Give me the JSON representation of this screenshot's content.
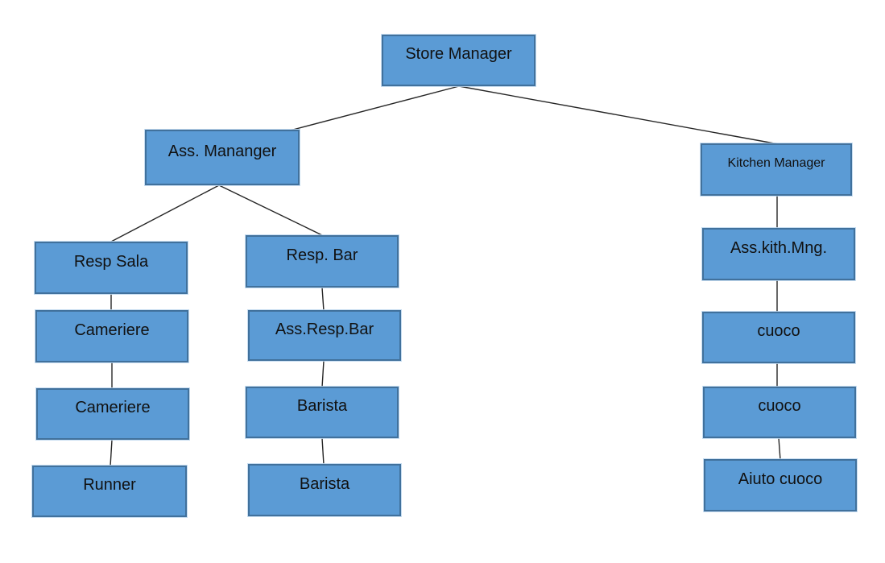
{
  "diagram": {
    "type": "org-chart",
    "colors": {
      "node_fill": "#5b9bd5",
      "node_border": "#41719c",
      "connector": "#262626",
      "background": "#ffffff",
      "text": "#111111"
    },
    "nodes": [
      {
        "id": "store-manager",
        "label": "Store Manager"
      },
      {
        "id": "ass-mananger",
        "label": "Ass. Mananger"
      },
      {
        "id": "kitchen-manager",
        "label": "Kitchen Manager"
      },
      {
        "id": "resp-sala",
        "label": "Resp Sala"
      },
      {
        "id": "cameriere-1",
        "label": "Cameriere"
      },
      {
        "id": "cameriere-2",
        "label": "Cameriere"
      },
      {
        "id": "runner",
        "label": "Runner"
      },
      {
        "id": "resp-bar",
        "label": "Resp. Bar"
      },
      {
        "id": "ass-resp-bar",
        "label": "Ass.Resp.Bar"
      },
      {
        "id": "barista-1",
        "label": "Barista"
      },
      {
        "id": "barista-2",
        "label": "Barista"
      },
      {
        "id": "ass-kith-mng",
        "label": "Ass.kith.Mng."
      },
      {
        "id": "cuoco-1",
        "label": "cuoco"
      },
      {
        "id": "cuoco-2",
        "label": "cuoco"
      },
      {
        "id": "aiuto-cuoco",
        "label": "Aiuto cuoco"
      }
    ],
    "edges": [
      {
        "from": "store-manager",
        "to": "ass-mananger"
      },
      {
        "from": "store-manager",
        "to": "kitchen-manager"
      },
      {
        "from": "ass-mananger",
        "to": "resp-sala"
      },
      {
        "from": "ass-mananger",
        "to": "resp-bar"
      },
      {
        "from": "resp-sala",
        "to": "cameriere-1"
      },
      {
        "from": "cameriere-1",
        "to": "cameriere-2"
      },
      {
        "from": "cameriere-2",
        "to": "runner"
      },
      {
        "from": "resp-bar",
        "to": "ass-resp-bar"
      },
      {
        "from": "ass-resp-bar",
        "to": "barista-1"
      },
      {
        "from": "barista-1",
        "to": "barista-2"
      },
      {
        "from": "kitchen-manager",
        "to": "ass-kith-mng"
      },
      {
        "from": "ass-kith-mng",
        "to": "cuoco-1"
      },
      {
        "from": "cuoco-1",
        "to": "cuoco-2"
      },
      {
        "from": "cuoco-2",
        "to": "aiuto-cuoco"
      }
    ]
  }
}
